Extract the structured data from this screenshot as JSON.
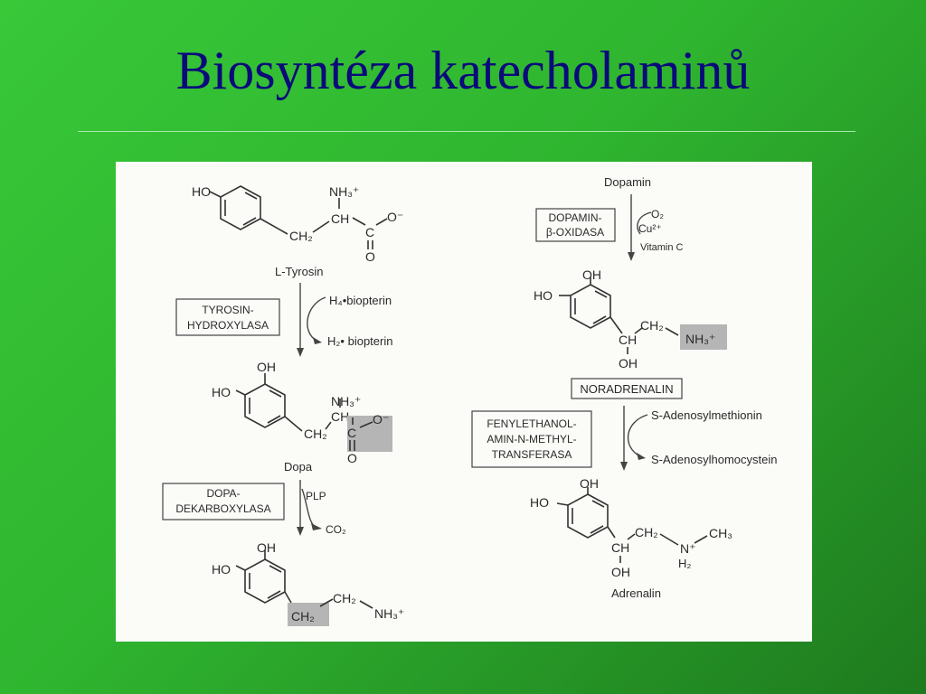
{
  "slide": {
    "title": "Biosyntéza katecholaminů"
  },
  "pathway": {
    "tyrosine": {
      "name": "L-Tyrosin"
    },
    "enzyme1": {
      "line1": "TYROSIN-",
      "line2": "HYDROXYLASA",
      "cofactor_in": "H₄•biopterin",
      "cofactor_out": "H₂• biopterin"
    },
    "dopa": {
      "name": "Dopa"
    },
    "enzyme2": {
      "line1": "DOPA-",
      "line2": "DEKARBOXYLASA",
      "cofactor_in": "PLP",
      "cofactor_out": "CO₂"
    },
    "dopamine": {
      "name": "Dopamin"
    },
    "enzyme3": {
      "line1": "DOPAMIN-",
      "line2": "β-OXIDASA",
      "cofactor1": "O₂",
      "cofactor2": "Cu²⁺",
      "cofactor3": "Vitamin C"
    },
    "noradrenaline": {
      "name": "NORADRENALIN"
    },
    "enzyme4": {
      "line1": "FENYLETHANOL-",
      "line2": "AMIN-N-METHYL-",
      "line3": "TRANSFERASA",
      "cofactor_in": "S-Adenosylmethionin",
      "cofactor_out": "S-Adenosylhomocystein"
    },
    "adrenaline": {
      "name": "Adrenalin"
    },
    "labels": {
      "ho": "HO",
      "oh": "OH",
      "nh3": "NH₃⁺",
      "ch": "CH",
      "ch2": "CH₂",
      "c": "C",
      "o_minus": "O⁻",
      "o": "O",
      "n_plus": "N⁺",
      "h2": "H₂",
      "ch3": "CH₃"
    }
  },
  "colors": {
    "title": "#0a0a7a",
    "pointer": "#e8156e",
    "shading": "#b5b5b5"
  }
}
